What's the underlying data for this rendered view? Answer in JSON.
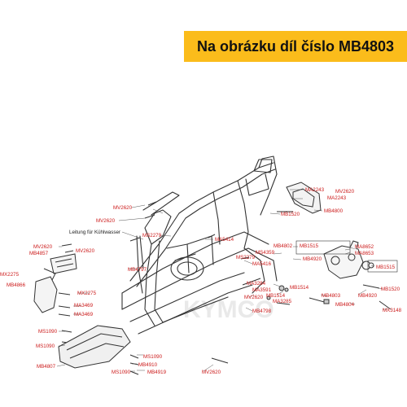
{
  "banner": {
    "text": "Na obrázku díl číslo MB4803",
    "color": "#fbbc1b"
  },
  "watermark": "KYMCO",
  "part_labels": {
    "MV2620_a": "MV2620",
    "MV2620_b": "MV2620",
    "MV2620_c": "MV2620",
    "MV2620_d": "MV2620",
    "MV2620_e": "MV2620",
    "MV2620_f": "MV2620",
    "MA2243_a": "MA2243",
    "MA2243_b": "MA2243",
    "MB4800": "MB4800",
    "MS2279_a": "MS2279",
    "MS2279_b": "MS2279",
    "MB1520_a": "MB1520",
    "MB1520_b": "MB1520",
    "MA5414": "MA5414",
    "MB4802": "MB4802",
    "MB1515_a": "MB1515",
    "MB1515_b": "MB1515",
    "MA8652": "MA8652",
    "MA8653": "MA8653",
    "MS4359": "MS4359",
    "MB4920_a": "MB4920",
    "MB4920_b": "MB4920",
    "MA5416": "MA5416",
    "MB4857": "MB4857",
    "MX2275_a": "MX2275",
    "MX2275_b": "MX2275",
    "MB4866": "MB4866",
    "MB4797": "MB4797",
    "MA3284": "MA3284",
    "MA3591": "MA3591",
    "MB1514_a": "MB1514",
    "MB1514_b": "MB1514",
    "MB4803": "MB4803",
    "MA3285": "MA3285",
    "MB4804": "MB4804",
    "MX3148": "MX3148",
    "MA3469_a": "MA3469",
    "MA3469_b": "MA3469",
    "MB4798": "MB4798",
    "MS1090_a": "MS1090",
    "MS1090_b": "MS1090",
    "MS1090_c": "MS1090",
    "MS1090_d": "MS1090",
    "MB4807": "MB4807",
    "MB4910": "MB4910",
    "MB4919": "MB4919",
    "coolant_note": "Leitung für Kühlwasser"
  }
}
